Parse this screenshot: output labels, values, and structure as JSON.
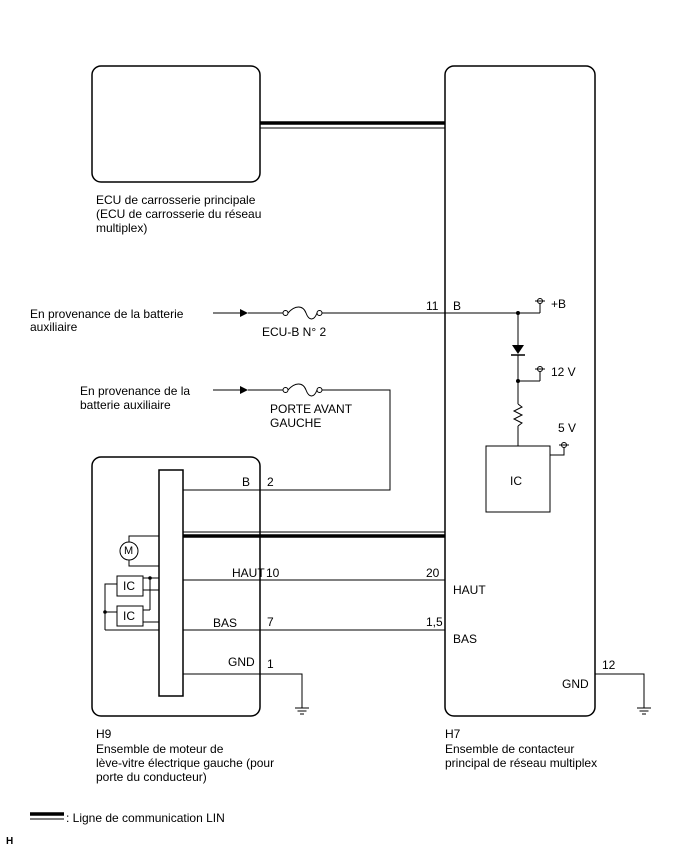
{
  "components": {
    "body_ecu": {
      "name_lines": [
        "ECU de carrosserie principale",
        "(ECU de carrosserie du réseau",
        "multiplex)"
      ]
    },
    "h7": {
      "code": "H7",
      "name_lines": [
        "Ensemble de contacteur",
        "principal de réseau multiplex"
      ],
      "pins": {
        "b_num": "11",
        "b_label": "B",
        "haut_num": "20",
        "haut_label": "HAUT",
        "bas_num": "1,5",
        "bas_label": "BAS",
        "gnd_num": "12",
        "gnd_label": "GND"
      },
      "ic_label": "IC",
      "plus_b": "+B",
      "v12": "12 V",
      "v5": "5 V"
    },
    "h9": {
      "code": "H9",
      "name_lines": [
        "Ensemble de moteur de",
        "lève-vitre électrique gauche (pour",
        "porte du conducteur)"
      ],
      "pins": {
        "b_label": "B",
        "b_num": "2",
        "haut_label": "HAUT",
        "haut_num": "10",
        "bas_label": "BAS",
        "bas_num": "7",
        "gnd_label": "GND",
        "gnd_num": "1"
      },
      "motor_label": "M",
      "ic1_label": "IC",
      "ic2_label": "IC"
    }
  },
  "sources": {
    "source1_lines": [
      "En provenance de la batterie",
      "auxiliaire"
    ],
    "source2_lines": [
      "En provenance de la",
      "batterie auxiliaire"
    ]
  },
  "fuses": {
    "fuse1": "ECU-B N° 2",
    "fuse2_lines": [
      "PORTE AVANT",
      "GAUCHE"
    ]
  },
  "legend": {
    "text": ": Ligne de communication LIN"
  },
  "footer": {
    "corner_code": "H"
  }
}
